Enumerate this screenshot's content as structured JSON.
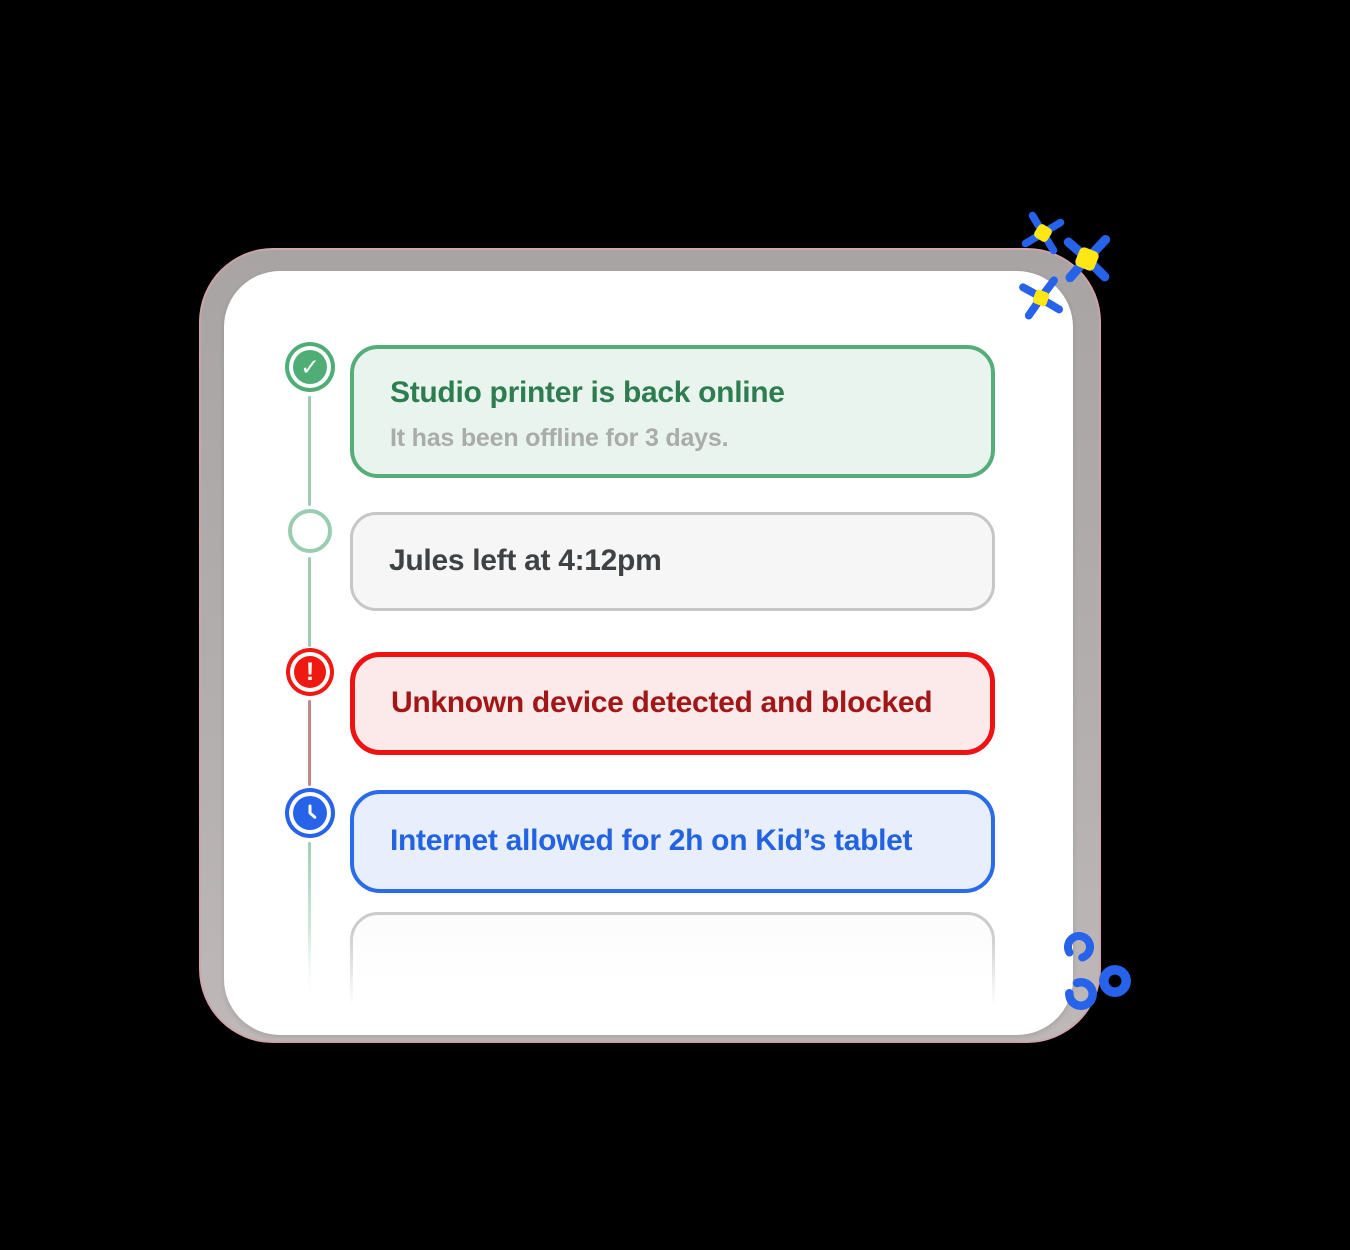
{
  "app": {
    "description": "notification-timeline-card",
    "background": "#000000"
  },
  "notifications": [
    {
      "id": 1,
      "status": "success",
      "icon": "check-circle-icon",
      "glyph": "✓",
      "title": "Studio printer is back online",
      "subtitle": "It has been offline for 3 days."
    },
    {
      "id": 2,
      "status": "neutral",
      "icon": "circle-outline-icon",
      "glyph": "",
      "title": "Jules left at 4:12pm",
      "subtitle": ""
    },
    {
      "id": 3,
      "status": "alert",
      "icon": "alert-exclamation-icon",
      "glyph": "!",
      "title": "Unknown device detected and blocked",
      "subtitle": ""
    },
    {
      "id": 4,
      "status": "info",
      "icon": "clock-icon",
      "glyph": "",
      "title": "Internet allowed for 2h on Kid’s tablet",
      "subtitle": ""
    },
    {
      "id": 5,
      "status": "pending",
      "icon": "",
      "glyph": "",
      "title": "",
      "subtitle": ""
    }
  ],
  "colors": {
    "success_green": "#4fae76",
    "success_bg": "#eaf4ee",
    "success_text": "#2e7d51",
    "subtitle_gray": "#a9aca9",
    "neutral_border": "#c6c6c6",
    "neutral_bg": "#f6f6f6",
    "neutral_text": "#3e4245",
    "alert_red": "#ee1a12",
    "alert_bg": "#fce9e9",
    "alert_text": "#a11717",
    "info_blue": "#2663e8",
    "info_bg": "#e8eefb",
    "info_text": "#2263e2",
    "timeline_green": "#9dceb4",
    "timeline_rose": "#c2878c",
    "sparkle_blue": "#2663ea",
    "sparkle_yellow": "#ffe714",
    "card_edge_gray": "#b0abab",
    "card_edge_pink": "#d1a2a8"
  }
}
